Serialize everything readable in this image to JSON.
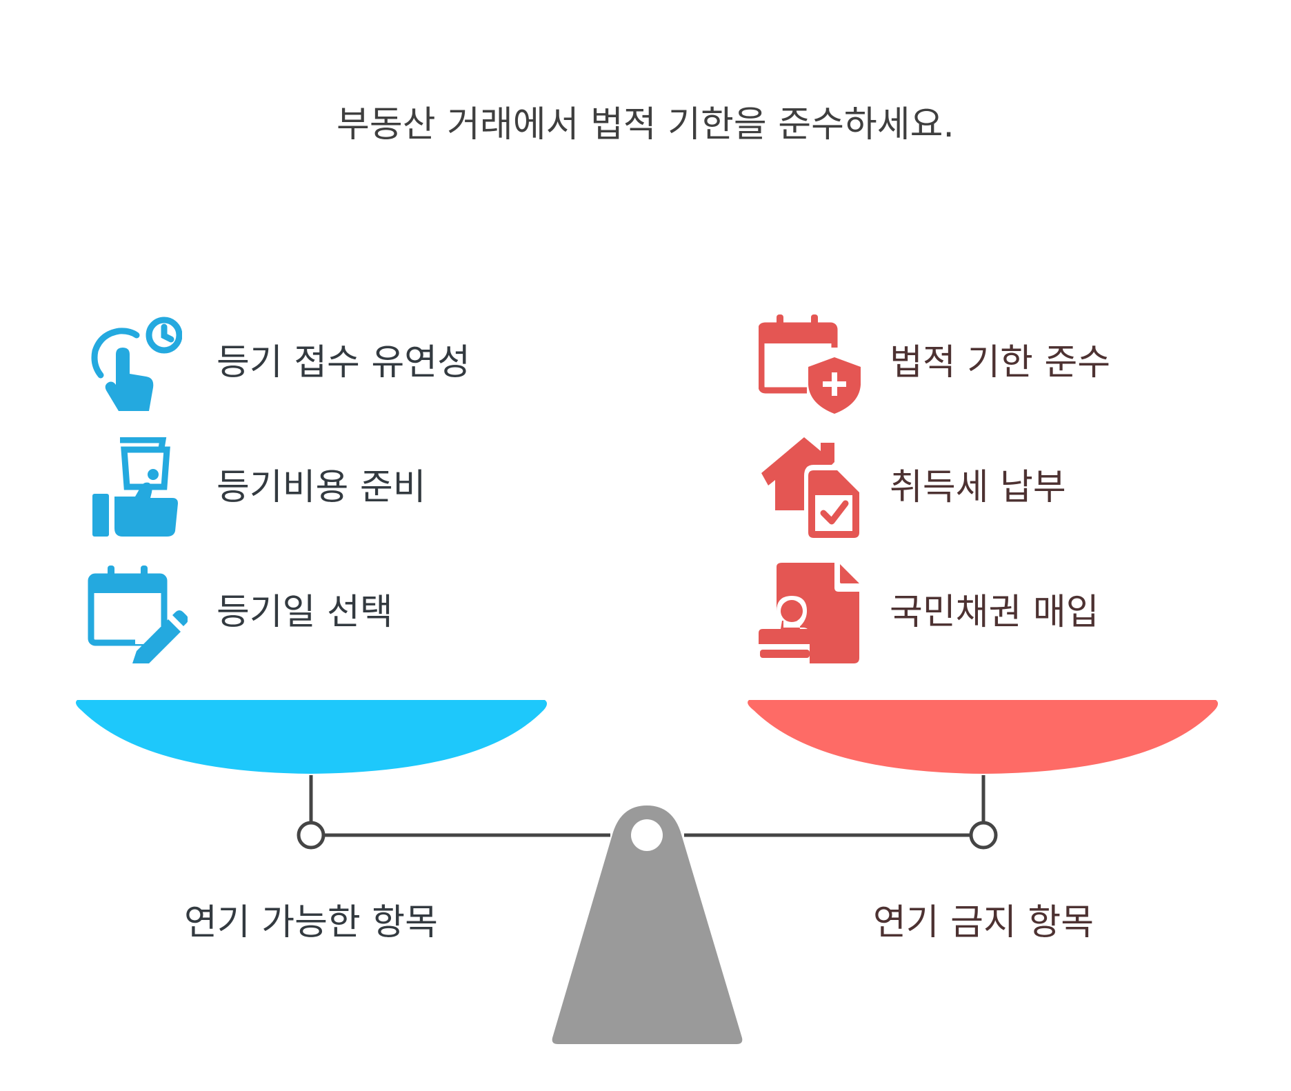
{
  "title": "부동산 거래에서 법적 기한을 준수하세요.",
  "left": {
    "group_label": "연기 가능한 항목",
    "color": "#1ec8fb",
    "icon_color": "#24a9df",
    "items": [
      {
        "label": "등기 접수 유연성",
        "icon": "tap-clock-icon"
      },
      {
        "label": "등기비용 준비",
        "icon": "hand-money-icon"
      },
      {
        "label": "등기일 선택",
        "icon": "calendar-edit-icon"
      }
    ]
  },
  "right": {
    "group_label": "연기 금지 항목",
    "color": "#fe6b66",
    "icon_color": "#e45653",
    "items": [
      {
        "label": "법적 기한 준수",
        "icon": "calendar-shield-icon"
      },
      {
        "label": "취득세 납부",
        "icon": "house-document-check-icon"
      },
      {
        "label": "국민채권 매입",
        "icon": "document-stamp-icon"
      }
    ]
  },
  "colors": {
    "beam": "#454545",
    "fulcrum": "#9a9a9a",
    "title_text": "#3f3f3f"
  }
}
